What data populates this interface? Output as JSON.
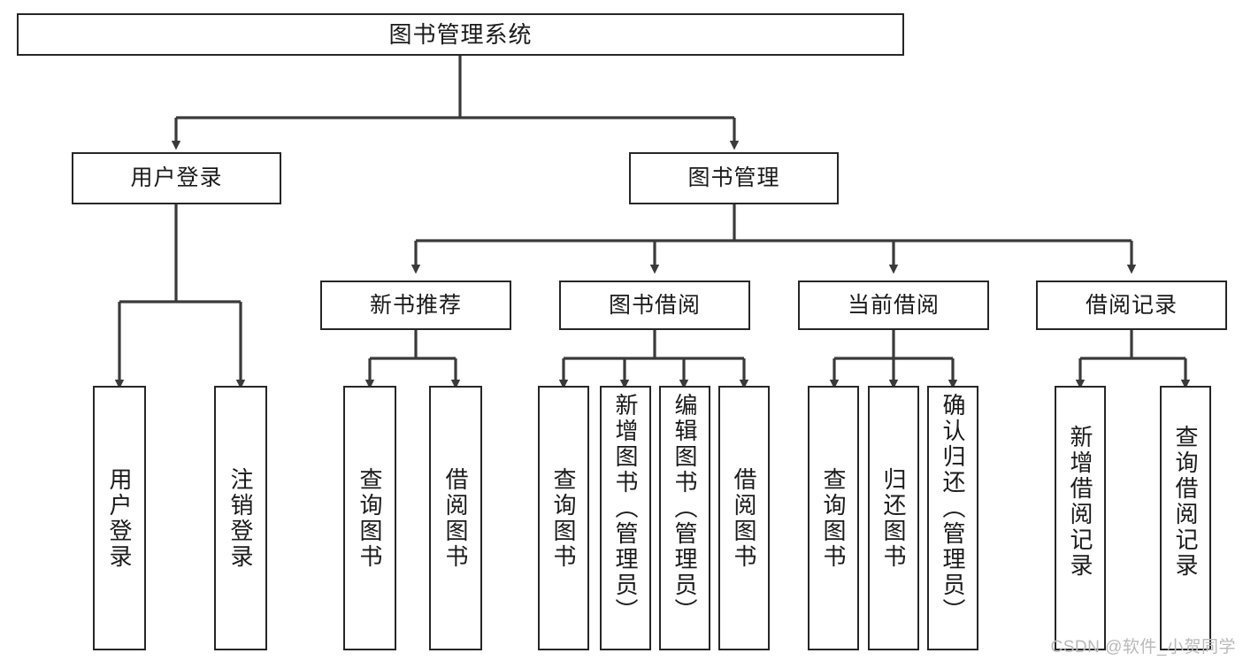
{
  "diagram": {
    "title": "图书管理系统",
    "type": "tree",
    "watermark": "CSDN @软件_小贺同学",
    "colors": {
      "box_border": "#262626",
      "box_fill": "#ffffff",
      "connector": "#3a3a3a",
      "text": "#1a1a1a",
      "watermark": "#b9b9b9"
    },
    "nodes": {
      "root": {
        "label": "图书管理系统"
      },
      "level1": [
        {
          "id": "user-login",
          "label": "用户登录"
        },
        {
          "id": "book-manage",
          "label": "图书管理"
        }
      ],
      "level2": [
        {
          "id": "new-book-recommend",
          "label": "新书推荐"
        },
        {
          "id": "book-borrow",
          "label": "图书借阅"
        },
        {
          "id": "current-borrow",
          "label": "当前借阅"
        },
        {
          "id": "borrow-record",
          "label": "借阅记录"
        }
      ],
      "leaves": {
        "user_login": [
          {
            "id": "leaf-user-login",
            "label": "用户登录"
          },
          {
            "id": "leaf-logout-login",
            "label": "注销登录"
          }
        ],
        "new_book_recommend": [
          {
            "id": "leaf-query-book-1",
            "label": "查询图书"
          },
          {
            "id": "leaf-borrow-book-1",
            "label": "借阅图书"
          }
        ],
        "book_borrow": [
          {
            "id": "leaf-query-book-2",
            "label": "查询图书"
          },
          {
            "id": "leaf-add-book",
            "label": "新增图书（管理员）"
          },
          {
            "id": "leaf-edit-book",
            "label": "编辑图书（管理员）"
          },
          {
            "id": "leaf-borrow-book-2",
            "label": "借阅图书"
          }
        ],
        "current_borrow": [
          {
            "id": "leaf-query-book-3",
            "label": "查询图书"
          },
          {
            "id": "leaf-return-book",
            "label": "归还图书"
          },
          {
            "id": "leaf-confirm-return",
            "label": "确认归还（管理员）"
          }
        ],
        "borrow_record": [
          {
            "id": "leaf-add-record",
            "label": "新增借阅记录"
          },
          {
            "id": "leaf-query-record",
            "label": "查询借阅记录"
          }
        ]
      }
    }
  }
}
